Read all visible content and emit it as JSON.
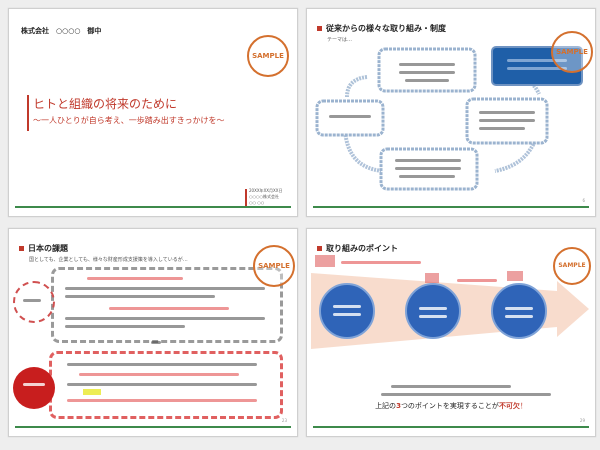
{
  "slide1": {
    "client": "株式会社　○○○○　御中",
    "sample": "SAMPLE",
    "title": "ヒトと組織の将来のために",
    "subtitle": "〜一人ひとりが自ら考え、一歩踏み出すきっかけを〜",
    "date": "20XX年XX月XX日",
    "company": "○○○○株式会社",
    "name": "○○ ○○"
  },
  "slide2": {
    "title": "従来からの様々な取り組み・制度",
    "subtitle": "テーマは…",
    "sample": "SAMPLE",
    "page": "6"
  },
  "slide3": {
    "title": "日本の課題",
    "subtitle": "国としても、企業としても、様々な財産形成支援策を導入しているが…",
    "sample": "SAMPLE",
    "page": "23"
  },
  "slide4": {
    "title": "取り組みのポイント",
    "sample": "SAMPLE",
    "footer_prefix": "上記の",
    "footer_num": "3",
    "footer_mid": "つのポイントを実現することが",
    "footer_emph": "不可欠",
    "footer_end": "！",
    "page": "29"
  },
  "colors": {
    "accent_red": "#c0392b",
    "sample_orange": "#d4702e",
    "footer_green": "#3d8a4b",
    "blue_box": "#1f5fa8"
  }
}
